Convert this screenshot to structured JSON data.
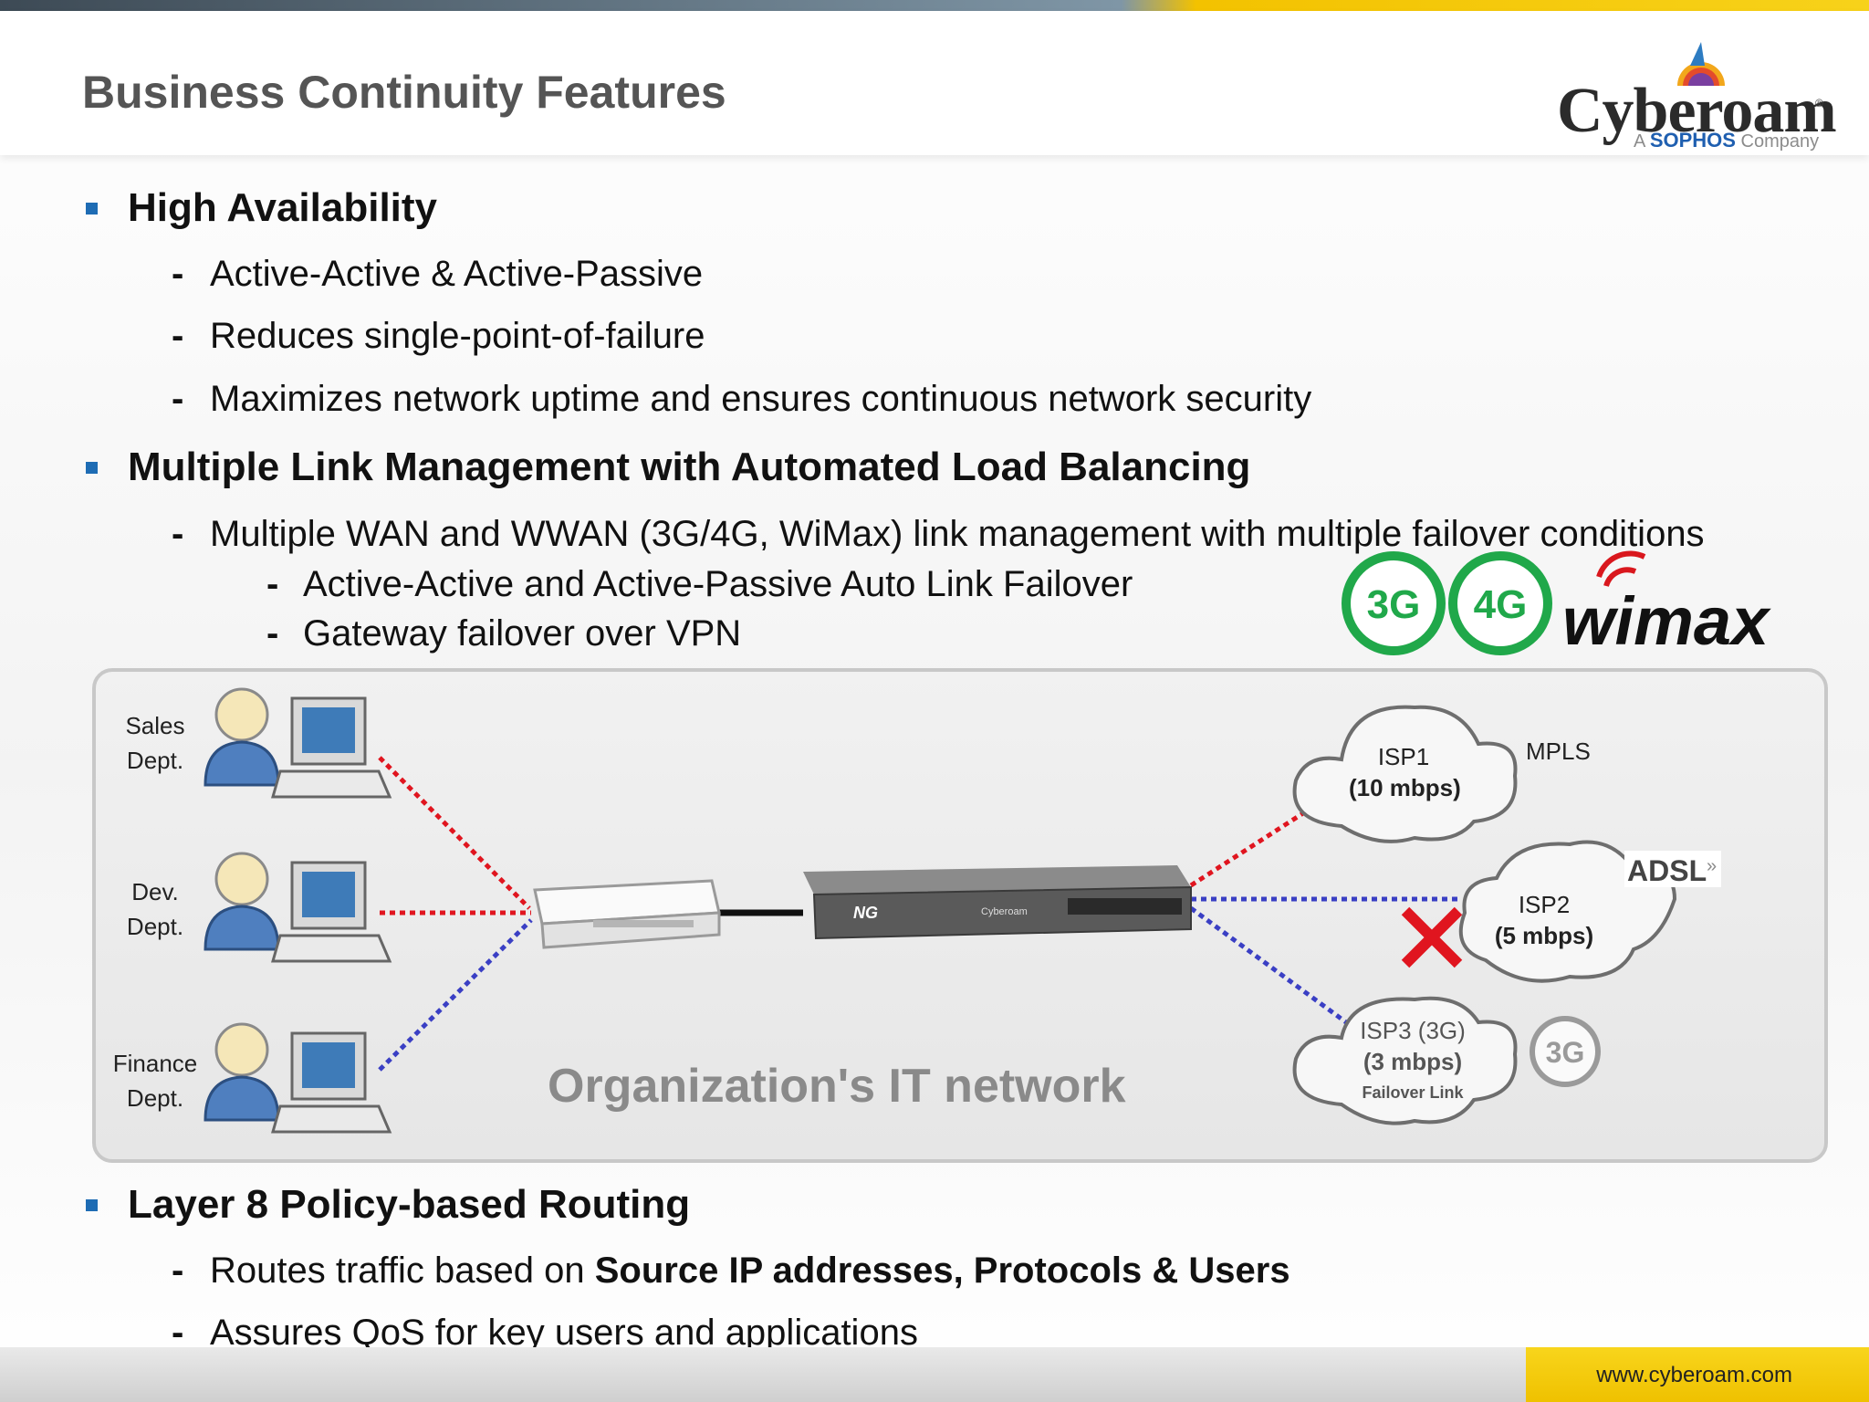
{
  "header": {
    "title": "Business Continuity Features",
    "logo": {
      "brand": "Cyberoam",
      "tm": "®",
      "tagline_prefix": "A",
      "tagline_brand": "SOPHOS",
      "tagline_suffix": "Company"
    }
  },
  "sections": [
    {
      "heading": "High Availability",
      "items": [
        "Active-Active & Active-Passive",
        "Reduces single-point-of-failure",
        "Maximizes network uptime and ensures continuous network security"
      ]
    },
    {
      "heading": "Multiple Link Management with Automated Load Balancing",
      "items": [
        "Multiple WAN and WWAN (3G/4G, WiMax) link management with multiple failover conditions"
      ],
      "subitems": [
        "Active-Active and Active-Passive Auto Link Failover",
        "Gateway failover over VPN"
      ]
    },
    {
      "heading": "Layer 8 Policy-based Routing",
      "items": [
        {
          "prefix": "Routes traffic based on ",
          "bold": "Source IP addresses, Protocols & Users"
        },
        "Assures QoS for key users and applications"
      ]
    }
  ],
  "badges": {
    "b3g": "3G",
    "b4g": "4G",
    "wimax": "wimax"
  },
  "diagram": {
    "label": "Organization's IT network",
    "departments": [
      {
        "line1": "Sales",
        "line2": "Dept."
      },
      {
        "line1": "Dev.",
        "line2": "Dept."
      },
      {
        "line1": "Finance",
        "line2": "Dept."
      }
    ],
    "device_label": "NG",
    "device_brand": "Cyberoam",
    "isps": [
      {
        "name": "ISP1",
        "speed": "(10 mbps)",
        "tag": "MPLS"
      },
      {
        "name": "ISP2",
        "speed": "(5 mbps)",
        "tag": "ADSL"
      },
      {
        "name": "ISP3 (3G)",
        "speed": "(3 mbps)",
        "note": "Failover Link",
        "tag": "3G"
      }
    ],
    "colors": {
      "red_link": "#e0151f",
      "blue_link": "#3a3fc4",
      "failure_mark": "#e0151f"
    }
  },
  "footer": {
    "url": "www.cyberoam.com"
  }
}
